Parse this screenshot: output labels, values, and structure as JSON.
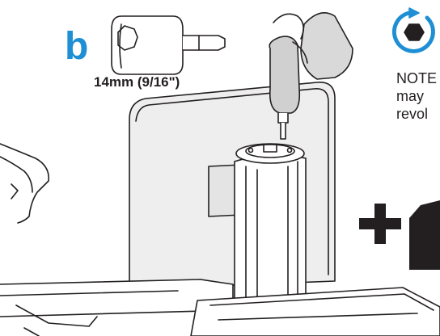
{
  "step": {
    "letter": "b"
  },
  "socket": {
    "size_label": "14mm (9/16\")"
  },
  "note": {
    "lines": [
      "NOTE",
      "may",
      "revol"
    ]
  },
  "icons": {
    "rotate_nut": "rotate-hex-nut-icon",
    "socket": "socket-bit-icon",
    "drill": "power-drill-icon",
    "plus": "plus-icon"
  },
  "colors": {
    "accent": "#1e8fd4",
    "ink": "#231f20",
    "monitor_gray": "#eeeeee",
    "hand_gray": "#d9d9d9"
  }
}
